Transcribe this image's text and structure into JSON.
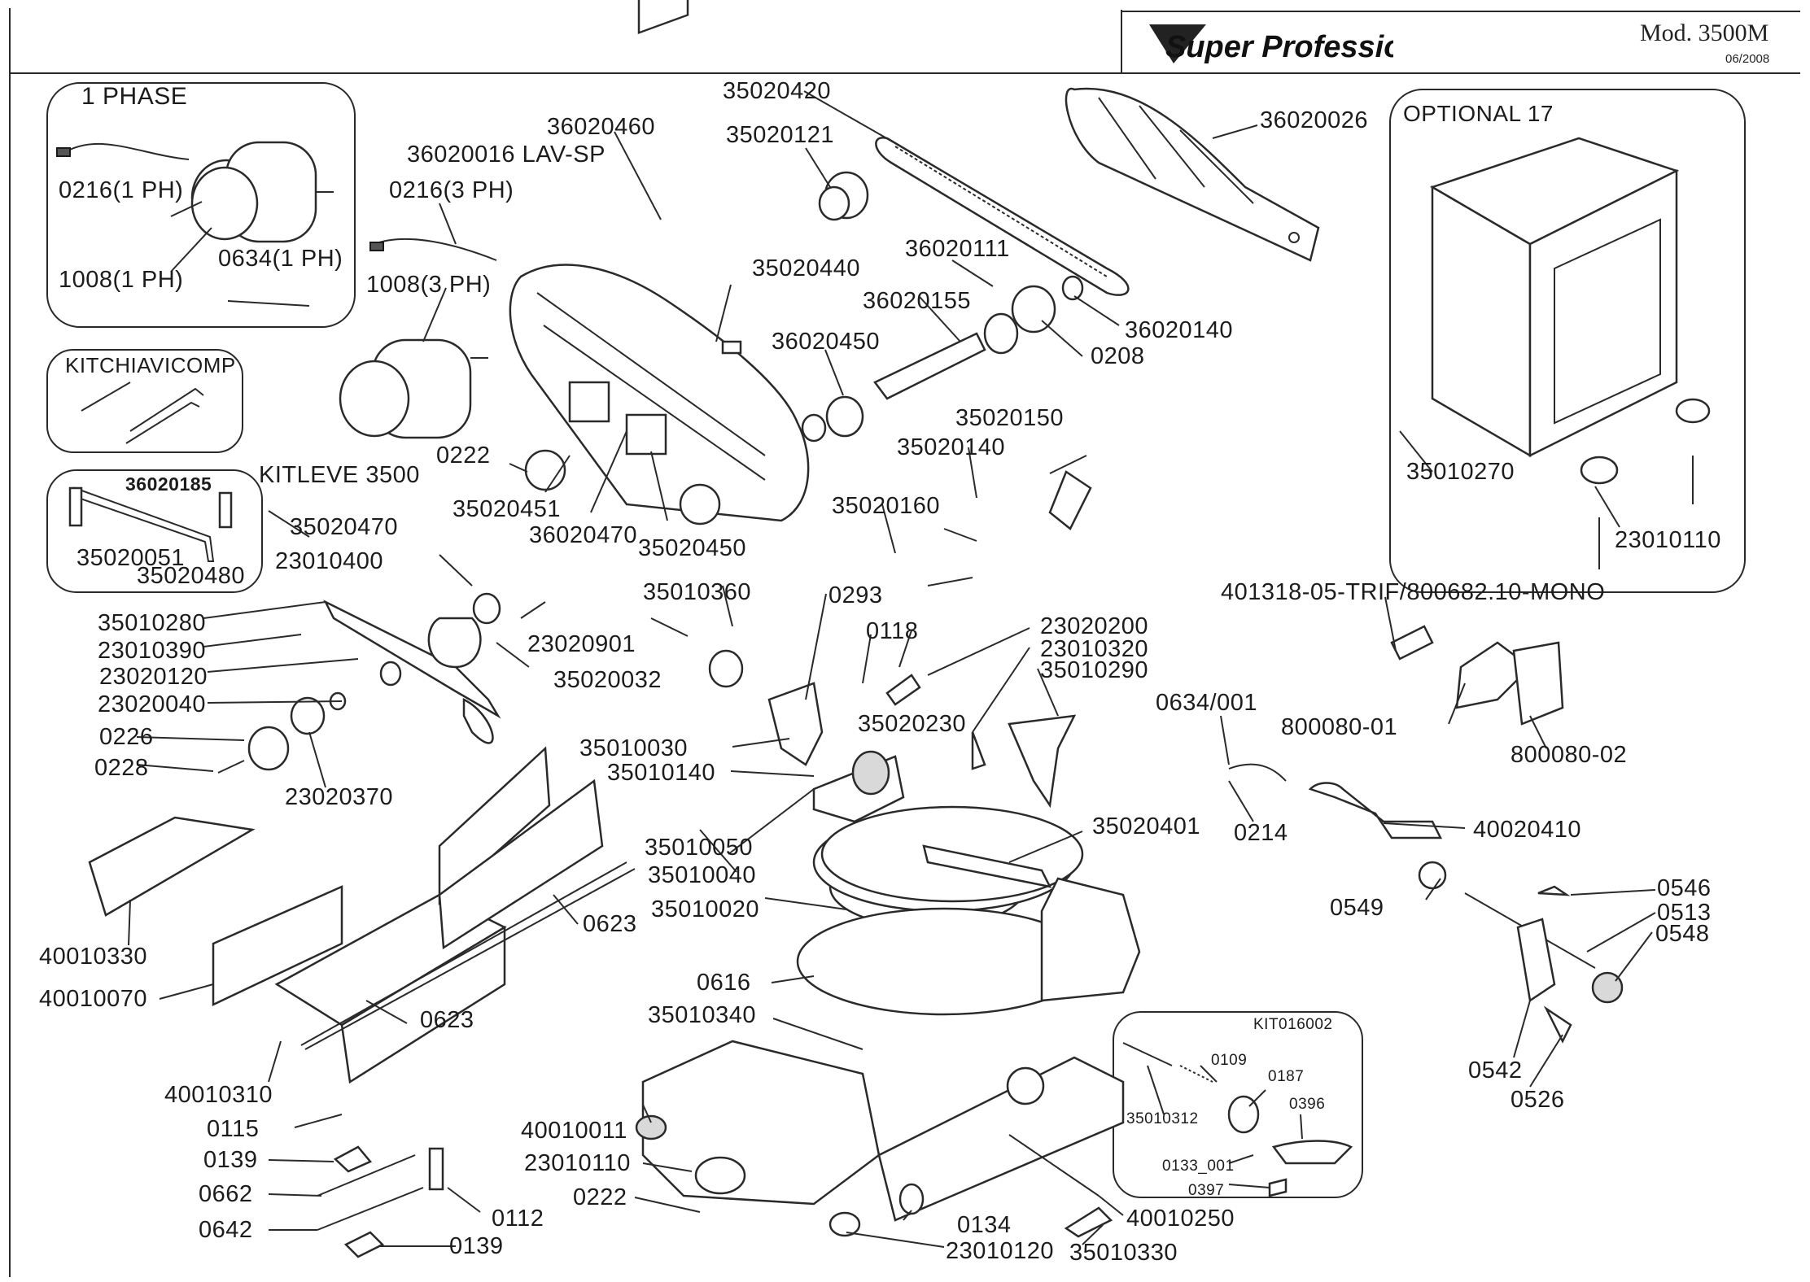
{
  "header": {
    "brand_logo": "Super Professional",
    "model": "Mod. 3500M",
    "date": "06/2008"
  },
  "boxes": {
    "phase": "1 PHASE",
    "kit_keys": "KITCHIAVICOMP",
    "kit_lever": "KITLEVE 3500",
    "optional": "OPTIONAL 17",
    "kit_016": "KIT016002"
  },
  "labels": {
    "p0216_1ph": "0216(1 PH)",
    "p1008_1ph": "1008(1 PH)",
    "p0634_1ph": "0634(1 PH)",
    "p0216_3ph": "0216(3 PH)",
    "p1008_3ph": "1008(3 PH)",
    "p36020016": "36020016 LAV-SP",
    "p36020460": "36020460",
    "p35020420": "35020420",
    "p35020121": "35020121",
    "p36020026": "36020026",
    "p35020440": "35020440",
    "p36020111": "36020111",
    "p36020155": "36020155",
    "p36020140": "36020140",
    "p36020450": "36020450",
    "p0208": "0208",
    "p35020150": "35020150",
    "p35020140": "35020140",
    "p35020160": "35020160",
    "p0222_a": "0222",
    "p35020451": "35020451",
    "p36020470": "36020470",
    "p35020450": "35020450",
    "p36020185": "36020185",
    "p35020051": "35020051",
    "p35020480": "35020480",
    "p35020470": "35020470",
    "p23010400": "23010400",
    "p35010280": "35010280",
    "p23010390": "23010390",
    "p23020120": "23020120",
    "p23020040": "23020040",
    "p23020901": "23020901",
    "p35020032": "35020032",
    "p0226": "0226",
    "p0228": "0228",
    "p23020370": "23020370",
    "p35010360": "35010360",
    "p0293": "0293",
    "p0118": "0118",
    "p23020200": "23020200",
    "p23010320": "23010320",
    "p35010290": "35010290",
    "p35010270": "35010270",
    "p23010110_a": "23010110",
    "p401318": "401318-05-TRIF/800682.10-MONO",
    "p0634_001": "0634/001",
    "p800080_01": "800080-01",
    "p800080_02": "800080-02",
    "p0214": "0214",
    "p40020410": "40020410",
    "p35010030": "35010030",
    "p35010140": "35010140",
    "p35020230": "35020230",
    "p35010050": "35010050",
    "p35010040": "35010040",
    "p35020401": "35020401",
    "p35010020": "35010020",
    "p0623_a": "0623",
    "p0623_b": "0623",
    "p40010330": "40010330",
    "p40010070": "40010070",
    "p40010310": "40010310",
    "p0616": "0616",
    "p35010340": "35010340",
    "p0549": "0549",
    "p0546": "0546",
    "p0513": "0513",
    "p0548": "0548",
    "p0542": "0542",
    "p0526": "0526",
    "p0115": "0115",
    "p0139_a": "0139",
    "p0662": "0662",
    "p0642": "0642",
    "p0139_b": "0139",
    "p0112": "0112",
    "p40010011": "40010011",
    "p23010110_b": "23010110",
    "p0222_b": "0222",
    "p0134": "0134",
    "p23010120": "23010120",
    "p40010250": "40010250",
    "p35010330": "35010330",
    "p0109": "0109",
    "p0187": "0187",
    "p0396": "0396",
    "p35010312": "35010312",
    "p0133_001": "0133_001",
    "p0397": "0397"
  }
}
